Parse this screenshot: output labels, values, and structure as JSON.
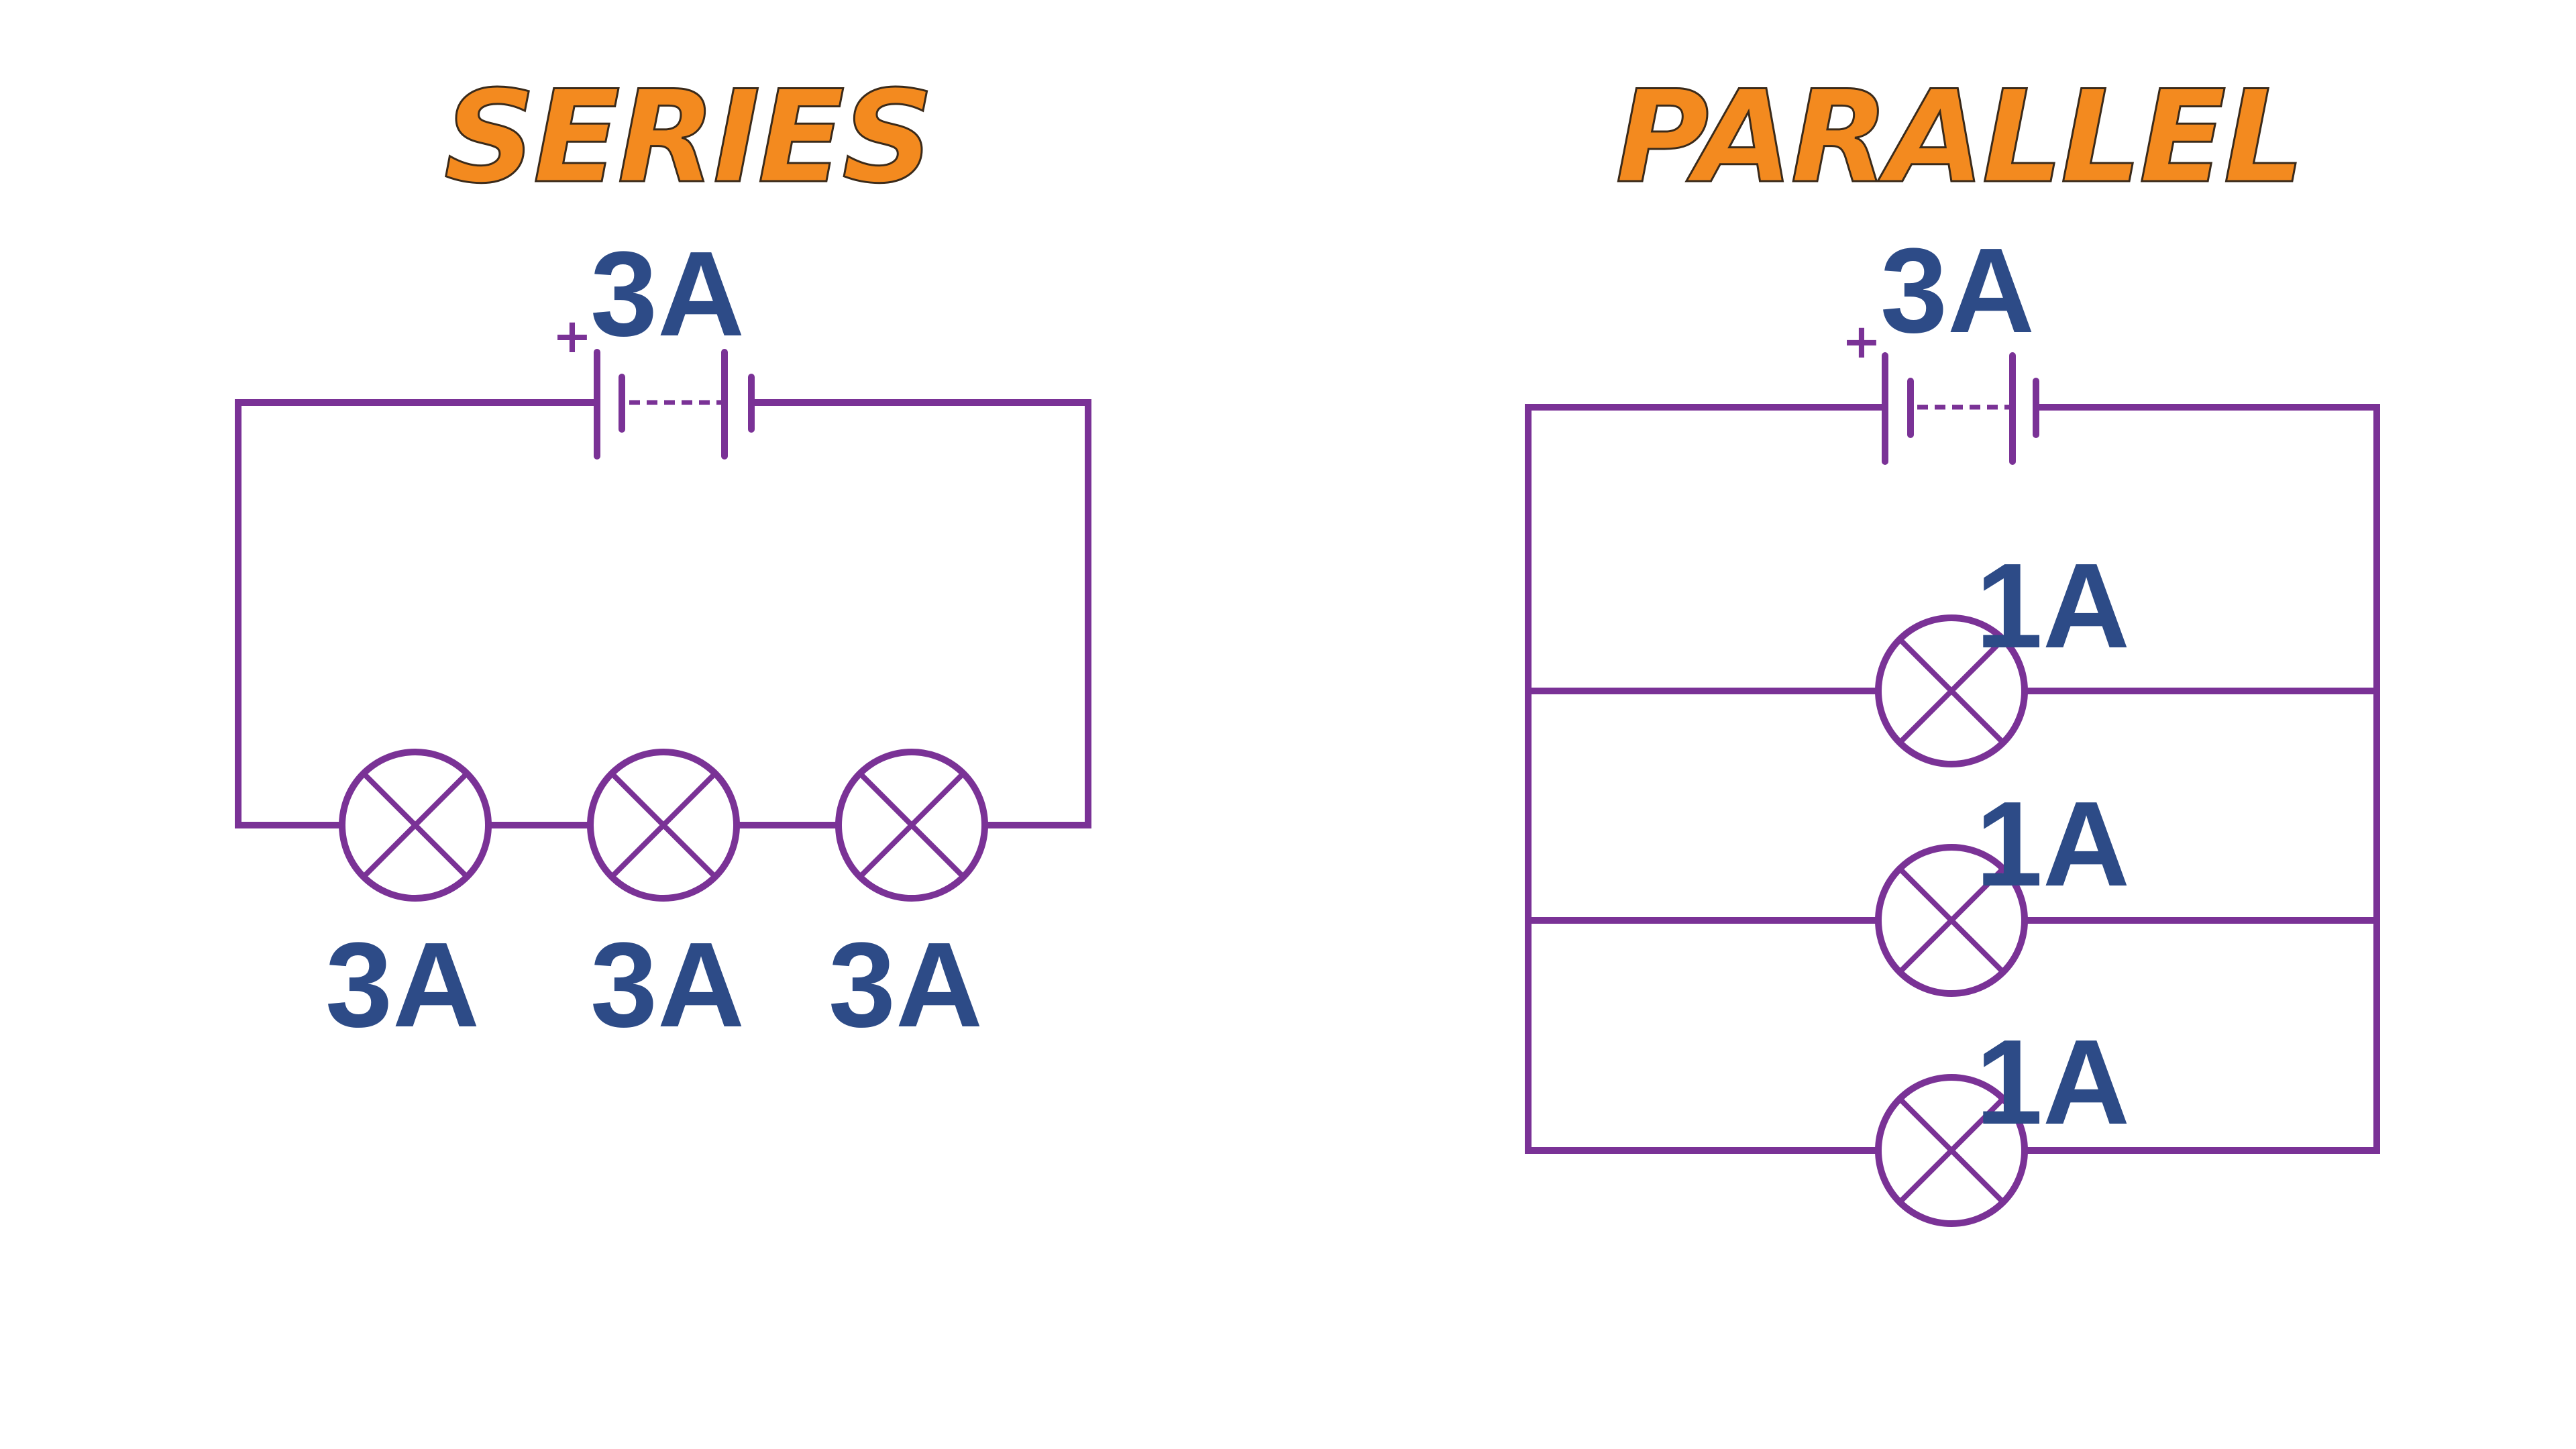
{
  "series": {
    "title": "SERIES",
    "battery": {
      "current_label": "3A",
      "positive_symbol": "+"
    },
    "lamps": [
      {
        "current_label": "3A"
      },
      {
        "current_label": "3A"
      },
      {
        "current_label": "3A"
      }
    ]
  },
  "parallel": {
    "title": "PARALLEL",
    "battery": {
      "current_label": "3A",
      "positive_symbol": "+"
    },
    "lamps": [
      {
        "current_label": "1A"
      },
      {
        "current_label": "1A"
      },
      {
        "current_label": "1A"
      }
    ]
  },
  "colors": {
    "wire": "#7a3296",
    "title_fill": "#f38a1f",
    "current_label": "#2d4b87",
    "background": "#ffffff"
  },
  "icons": [
    "battery-symbol",
    "lamp-symbol"
  ]
}
